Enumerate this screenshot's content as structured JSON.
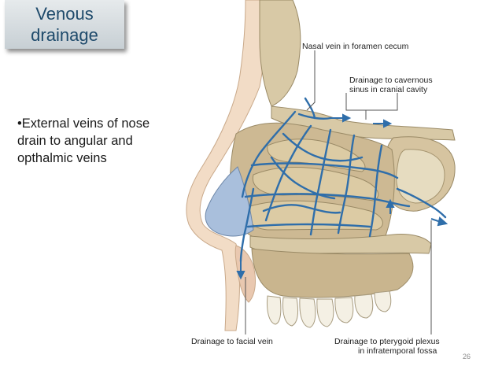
{
  "slide": {
    "title_lines": [
      "Venous",
      "drainage"
    ],
    "bullet_lines": [
      "•External veins of nose",
      "drain to angular and",
      "opthalmic veins"
    ],
    "slide_number": "26"
  },
  "figure": {
    "labels": {
      "nasal_vein": "Nasal vein in foramen cecum",
      "cavernous_line1": "Drainage to cavernous",
      "cavernous_line2": "sinus in cranial cavity",
      "facial_vein": "Drainage to facial vein",
      "pterygoid_line1": "Drainage to pterygoid plexus",
      "pterygoid_line2": "in infratemporal fossa"
    },
    "colors": {
      "vein": "#2f6eaa",
      "bone": "#d8c9a6",
      "skin": "#f2dcc6",
      "cartilage": "#a9bfdc",
      "leader": "#555555"
    }
  }
}
